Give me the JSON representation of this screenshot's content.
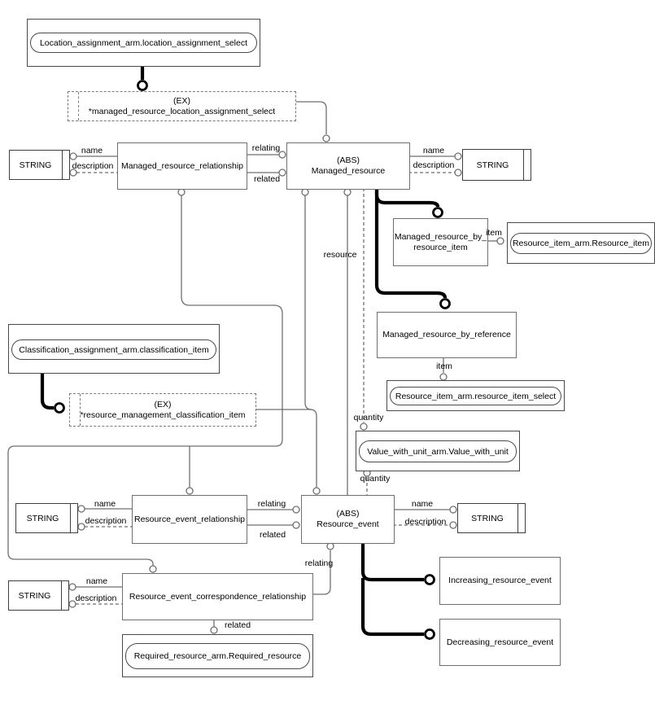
{
  "colors": {
    "background": "#ffffff",
    "line": "#6f6f6f",
    "thick_line": "#000000",
    "text": "#000000"
  },
  "boxes": {
    "location_assignment_select": "Location_assignment_arm.location_assignment_select",
    "ex_location": {
      "line1": "(EX)",
      "line2": "*managed_resource_location_assignment_select"
    },
    "string_type": "STRING",
    "managed_resource_relationship": "Managed_resource_relationship",
    "managed_resource": {
      "line1": "(ABS)",
      "line2": "Managed_resource"
    },
    "managed_resource_by_resource_item": {
      "line1": "Managed_resource_by_",
      "line2": "resource_item"
    },
    "resource_item": "Resource_item_arm.Resource_item",
    "managed_resource_by_reference": "Managed_resource_by_reference",
    "resource_item_select": "Resource_item_arm.resource_item_select",
    "classification_item": "Classification_assignment_arm.classification_item",
    "ex_classification": {
      "line1": "(EX)",
      "line2": "*resource_management_classification_item"
    },
    "value_with_unit": "Value_with_unit_arm.Value_with_unit",
    "resource_event_relationship": "Resource_event_relationship",
    "resource_event": {
      "line1": "(ABS)",
      "line2": "Resource_event"
    },
    "resource_event_correspondence_relationship": "Resource_event_correspondence_relationship",
    "required_resource": "Required_resource_arm.Required_resource",
    "increasing_resource_event": "Increasing_resource_event",
    "decreasing_resource_event": "Decreasing_resource_event"
  },
  "labels": {
    "name": "name",
    "description": "description",
    "relating": "relating",
    "related": "related",
    "resource": "resource",
    "quantity": "quantity",
    "item": "item"
  }
}
